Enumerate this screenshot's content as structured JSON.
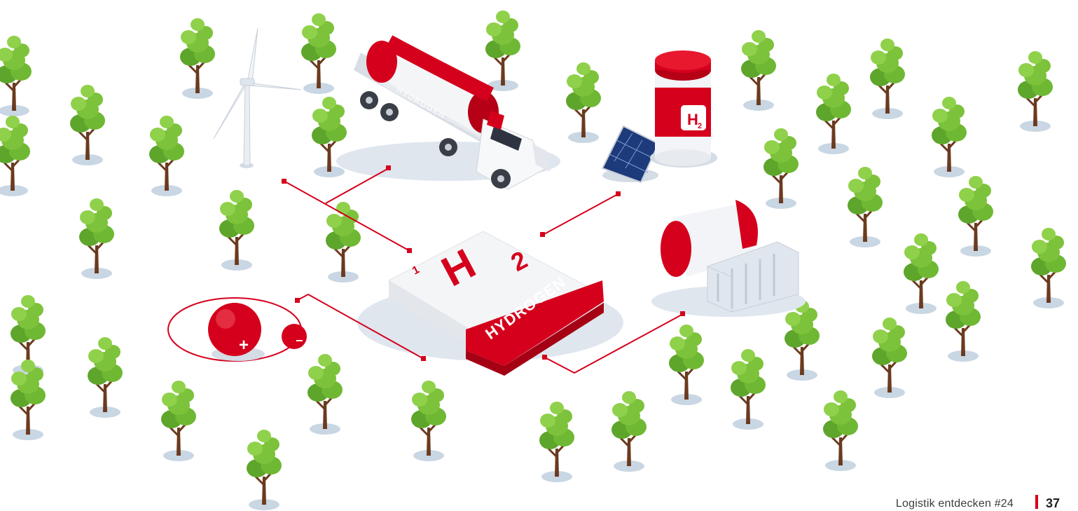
{
  "illustration": {
    "truck_tank_label": "HYDROGEN",
    "platform_label": "HYDROGEN",
    "element_symbol": "H",
    "element_subscript": "2",
    "atomic_number": "1",
    "silo_symbol": "H",
    "silo_subscript": "2",
    "atom_plus": "+",
    "atom_minus": "−",
    "colors": {
      "accent": "#d5001c",
      "tree_leaf": "#7cc23a",
      "tree_shadow": "#c9d6e3"
    }
  },
  "footer": {
    "publication": "Logistik entdecken #24",
    "page_number": "37"
  }
}
